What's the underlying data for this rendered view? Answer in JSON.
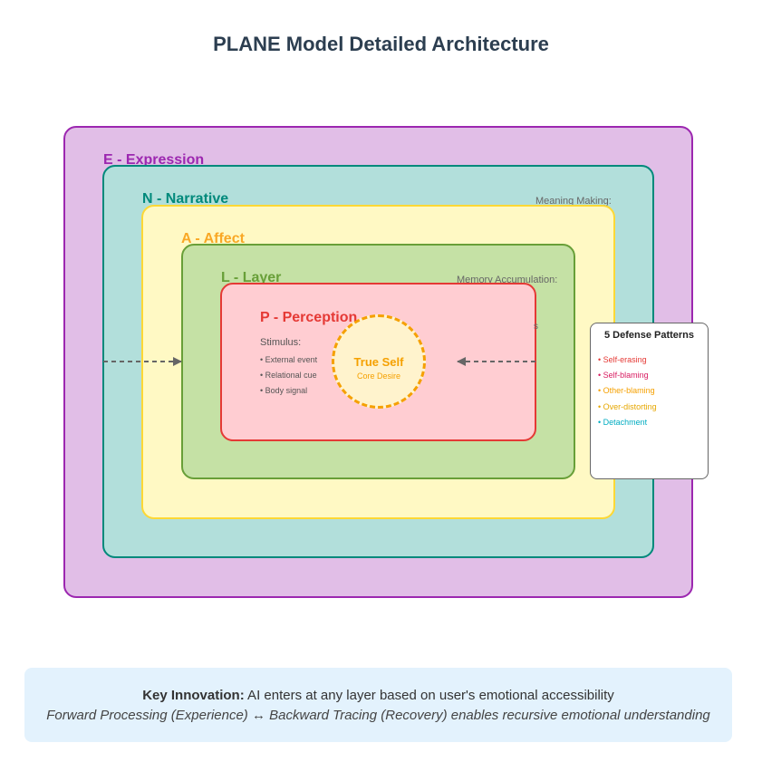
{
  "title": "PLANE Model Detailed Architecture",
  "layers": {
    "expression": {
      "label": "E - Expression",
      "color": "#9c27b0",
      "fill": "#e1bee7"
    },
    "narrative": {
      "label": "N - Narrative",
      "side_label": "Meaning Making:",
      "color": "#00897b",
      "fill": "#b2dfdb"
    },
    "affect": {
      "label": "A - Affect",
      "color": "#f9a825",
      "fill": "#fff9c4"
    },
    "layer": {
      "label": "L - Layer",
      "side_label": "Memory Accumulation:",
      "color": "#689f38",
      "fill": "#c5e1a5"
    },
    "perception": {
      "label": "P - Perception",
      "color": "#e53935",
      "fill": "#ffcdd2",
      "stimulus_title": "Stimulus:",
      "stimulus_items": [
        "• External event",
        "• Relational cue",
        "• Body signal"
      ],
      "hidden_fragment": "s"
    }
  },
  "true_self": {
    "title": "True Self",
    "subtitle": "Core Desire",
    "color": "#f5a000"
  },
  "defense_patterns": {
    "title": "5 Defense Patterns",
    "items": [
      {
        "label": "• Self-erasing",
        "color": "#e53935"
      },
      {
        "label": "• Self-blaming",
        "color": "#d81b60"
      },
      {
        "label": "• Other-blaming",
        "color": "#f5a000"
      },
      {
        "label": "• Over-distorting",
        "color": "#e6a700"
      },
      {
        "label": "• Detachment",
        "color": "#00acc1"
      }
    ]
  },
  "innovation": {
    "bold": "Key Innovation:",
    "text": " AI enters at any layer based on user's emotional accessibility",
    "line2": "Forward Processing (Experience) ↔ Backward Tracing (Recovery) enables recursive emotional understanding"
  }
}
